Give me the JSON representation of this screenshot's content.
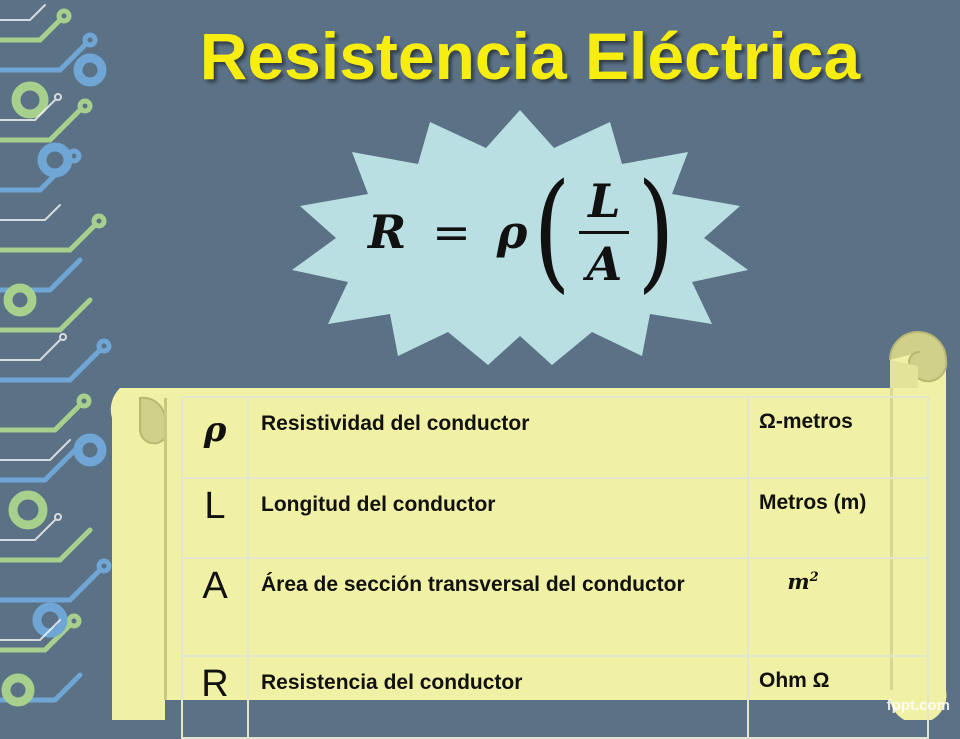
{
  "title": "Resistencia Eléctrica",
  "formula": {
    "lhs": "R",
    "equals": "=",
    "coef": "ρ",
    "open_paren": "(",
    "numerator": "L",
    "denominator": "A",
    "close_paren": ")"
  },
  "table": {
    "rows": [
      {
        "symbol": "ρ",
        "description": "Resistividad del conductor",
        "unit": "Ω-metros"
      },
      {
        "symbol": "L",
        "description": "Longitud del conductor",
        "unit": "Metros (m)"
      },
      {
        "symbol": "A",
        "description": "Área de sección transversal del conductor",
        "unit_base": "m",
        "unit_exp": "2"
      },
      {
        "symbol": "R",
        "description": "Resistencia del conductor",
        "unit": "Ohm Ω"
      }
    ]
  },
  "footer": {
    "brand": "fppt.com"
  },
  "colors": {
    "background": "#5b7185",
    "title": "#f7ee10",
    "burst": "#b9dfe3",
    "scroll": "#f1f1a6",
    "circuit_blue": "#6fa6d6",
    "circuit_green": "#a8d08d"
  }
}
